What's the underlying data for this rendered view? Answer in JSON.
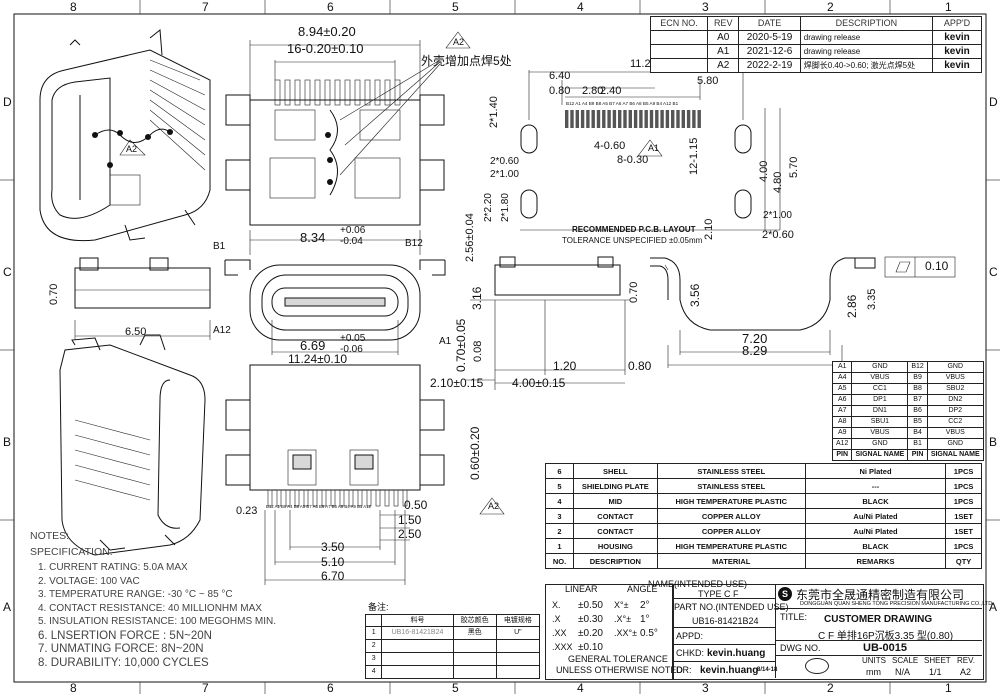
{
  "zones": {
    "cols": [
      "8",
      "7",
      "6",
      "5",
      "4",
      "3",
      "2",
      "1"
    ],
    "rows": [
      "D",
      "C",
      "B",
      "A"
    ]
  },
  "revisions": {
    "headers": [
      "ECN NO.",
      "REV",
      "DATE",
      "DESCRIPTION",
      "APP'D"
    ],
    "rows": [
      {
        "ecn": "",
        "rev": "A0",
        "date": "2020-5-19",
        "desc": "drawing release",
        "app": "kevin"
      },
      {
        "ecn": "",
        "rev": "A1",
        "date": "2021-12-6",
        "desc": "drawing release",
        "app": "kevin"
      },
      {
        "ecn": "",
        "rev": "A2",
        "date": "2022-2-19",
        "desc": "焊脚长0.40->0.60; 激光点焊5处",
        "app": "kevin"
      }
    ]
  },
  "pcb": {
    "title": "RECOMMENDED  P.C.B. LAYOUT",
    "tolerance": "TOLERANCE UNSPECIFIED ±0.05mm",
    "dims": [
      "11.24",
      "6.40",
      "5.80",
      "0.80",
      "2.80",
      "2.40",
      "2*1.40",
      "4-0.60",
      "8-0.30",
      "12-1.15",
      "2*0.60",
      "2*1.00",
      "2*2.20",
      "2*1.80",
      "2.56±0.04",
      "4.00",
      "4.80",
      "5.70",
      "2*1.00",
      "2.10",
      "2*0.60"
    ],
    "pins": "B12 A1 A4 B9 B8 A5 B7 A6 A7 B6 A8 B5 A9 B4 A12 B1",
    "balloon": "A1"
  },
  "views": {
    "top_dims": [
      "8.94±0.20",
      "16-0.20±0.10",
      "外壳增加点焊5处",
      "A2"
    ],
    "front_dims": [
      "8.34",
      "+0.06",
      "-0.04",
      "B1",
      "B12",
      "A12",
      "A1",
      "6.69",
      "+0.05",
      "-0.06",
      "0.70",
      "6.50",
      "11.24±0.10",
      "0.70±0.05",
      "0.08",
      "3.16",
      "2.10±0.15",
      "4.00±0.15",
      "1.20",
      "0.80",
      "0.60±0.20",
      "0.23",
      "0.50",
      "1.50",
      "2.50",
      "3.50",
      "5.10",
      "6.70",
      "A2"
    ],
    "side_dims": [
      "3.56",
      "7.20",
      "8.29",
      "2.86",
      "3.35",
      "0.10",
      "0.70"
    ],
    "small_pins": "B12 A1 B9 A4 B8 A5 B7 A6 B6 A7 B5 A8 B4 A9 B1 A12"
  },
  "pinmap": {
    "rows": [
      [
        "A1",
        "GND",
        "B12",
        "GND"
      ],
      [
        "A4",
        "VBUS",
        "B9",
        "VBUS"
      ],
      [
        "A5",
        "CC1",
        "B8",
        "SBU2"
      ],
      [
        "A6",
        "DP1",
        "B7",
        "DN2"
      ],
      [
        "A7",
        "DN1",
        "B6",
        "DP2"
      ],
      [
        "A8",
        "SBU1",
        "B5",
        "CC2"
      ],
      [
        "A9",
        "VBUS",
        "B4",
        "VBUS"
      ],
      [
        "A12",
        "GND",
        "B1",
        "GND"
      ],
      [
        "PIN",
        "SIGNAL NAME",
        "PIN",
        "SIGNAL NAME"
      ]
    ]
  },
  "bom": {
    "rows": [
      [
        "6",
        "SHELL",
        "STAINLESS STEEL",
        "Ni Plated",
        "1PCS"
      ],
      [
        "5",
        "SHIELDING PLATE",
        "STAINLESS STEEL",
        "---",
        "1PCS"
      ],
      [
        "4",
        "MID",
        "HIGH TEMPERATURE PLASTIC",
        "BLACK",
        "1PCS"
      ],
      [
        "3",
        "CONTACT",
        "COPPER ALLOY",
        "Au/Ni Plated",
        "1SET"
      ],
      [
        "2",
        "CONTACT",
        "COPPER ALLOY",
        "Au/Ni Plated",
        "1SET"
      ],
      [
        "1",
        "HOUSING",
        "HIGH TEMPERATURE PLASTIC",
        "BLACK",
        "1PCS"
      ],
      [
        "NO.",
        "DESCRIPTION",
        "MATERIAL",
        "REMARKS",
        "QTY"
      ]
    ]
  },
  "notes": {
    "title": "NOTES:",
    "spec": "SPECIFICATION:",
    "items": [
      "1. CURRENT RATING: 5.0A MAX",
      "2. VOLTAGE: 100 VAC",
      "3. TEMPERATURE RANGE: -30 °C ~ 85 °C",
      "4. CONTACT RESISTANCE: 40 MILLIONHM MAX",
      "5. INSULATION RESISTANCE: 100 MEGOHMS MIN.",
      "6. LNSERTION FORCE : 5N~20N",
      "7. UNMATING FORCE: 8N~20N",
      "8. DURABILITY:  10,000 CYCLES"
    ]
  },
  "beizhu": {
    "title": "备注:",
    "headers": [
      "",
      "料号",
      "胶芯颜色",
      "电镀规格"
    ],
    "rows": [
      [
        "1",
        "UB16-81421B24",
        "黑色",
        "U\""
      ],
      [
        "2",
        "",
        "",
        ""
      ],
      [
        "3",
        "",
        "",
        ""
      ],
      [
        "4",
        "",
        "",
        ""
      ]
    ]
  },
  "tolerance": {
    "linear": "LINEAR",
    "angle": "ANGLE",
    "rows": [
      [
        "X.",
        "±0.50",
        "X°±",
        "2°"
      ],
      [
        ".X",
        "±0.30",
        ".X°±",
        "1°"
      ],
      [
        ".XX",
        "±0.20",
        ".XX°±",
        "0.5°"
      ],
      [
        ".XXX",
        "±0.10",
        "",
        ""
      ]
    ],
    "general1": "GENERAL TOLERANCE",
    "general2": "UNLESS OTHERWISE NOTED"
  },
  "titleblock": {
    "name_label": "NAME(INTENDED USE)",
    "name_value": "TYPE C F",
    "part_label": "PART NO.(INTENDED USE)",
    "part_value": "UB16-81421B24",
    "appd": "APPD:",
    "chkd_label": "CHKD:",
    "chkd_value": "kevin.huang",
    "dr_label": "DR:",
    "dr_value": "kevin.huang",
    "dr_date": "8/14-18",
    "company_cn": "东莞市全晟通精密制造有限公司",
    "company_en": "DONGGUAN QUAN SHENG TONG PRECISION MANUFACTURING CO.,LTD.",
    "title_label": "TITLE:",
    "title1": "CUSTOMER DRAWING",
    "title2": "C F 单排16P沉板3.35 型(0.80)",
    "dwg_label": "DWG NO.",
    "dwg_value": "UB-0015",
    "units": "UNITS",
    "scale": "SCALE",
    "sheet": "SHEET",
    "rev": "REV.",
    "units_v": "mm",
    "scale_v": "N/A",
    "sheet_v": "1/1",
    "rev_v": "A2"
  }
}
